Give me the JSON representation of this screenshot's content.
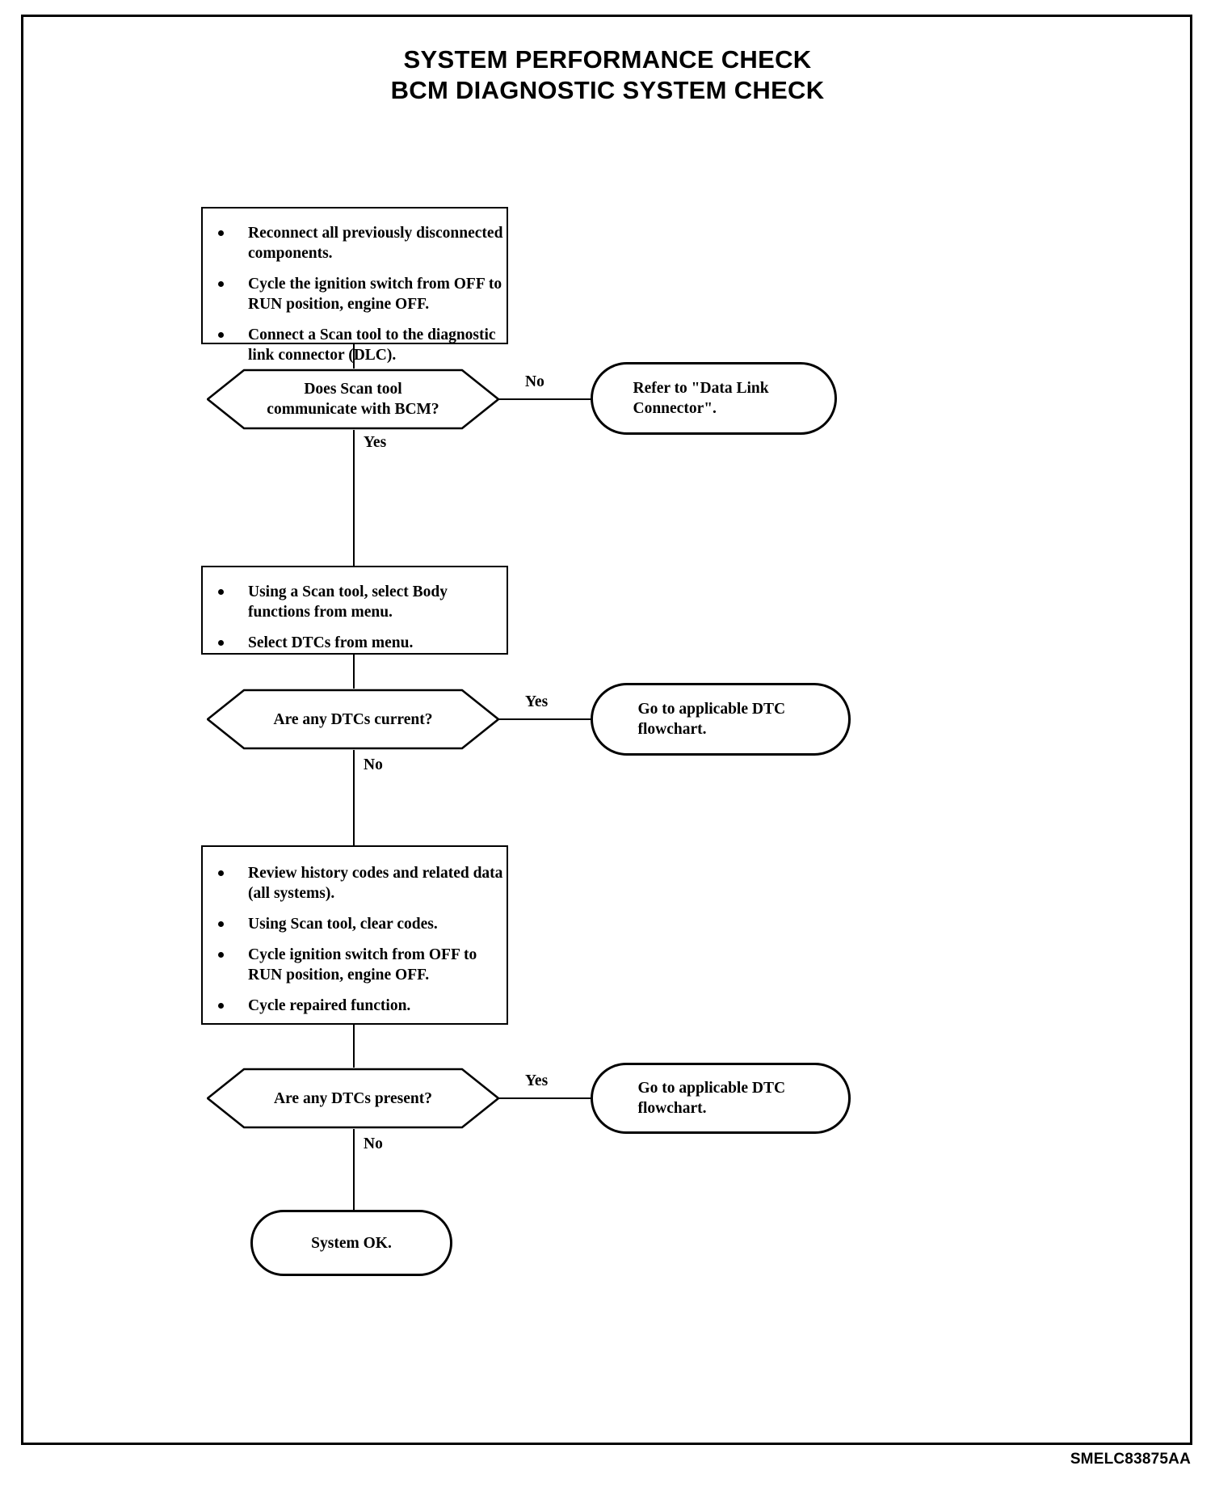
{
  "document": {
    "title_lines": [
      "SYSTEM PERFORMANCE CHECK",
      "BCM DIAGNOSTIC SYSTEM CHECK"
    ],
    "figure_code": "SMELC83875AA"
  },
  "flow": {
    "step1": {
      "type": "process",
      "bullets": [
        "Reconnect all previously disconnected components.",
        "Cycle the ignition switch from OFF to RUN position, engine OFF.",
        "Connect a Scan tool to the diagnostic link connector (DLC)."
      ]
    },
    "decision1": {
      "type": "decision",
      "text": "Does Scan tool communicate with BCM?",
      "branch_no": "No",
      "branch_yes": "Yes"
    },
    "terminator1": {
      "type": "terminator",
      "text": "Refer to \"Data Link Connector\"."
    },
    "step2": {
      "type": "process",
      "bullets": [
        "Using a Scan tool, select Body functions from menu.",
        "Select DTCs from menu."
      ]
    },
    "decision2": {
      "type": "decision",
      "text": "Are any DTCs current?",
      "branch_yes": "Yes",
      "branch_no": "No"
    },
    "terminator2": {
      "type": "terminator",
      "text": "Go to applicable DTC flowchart."
    },
    "step3": {
      "type": "process",
      "bullets": [
        "Review history codes and related data (all systems).",
        "Using Scan tool, clear codes.",
        "Cycle ignition switch from OFF to RUN position, engine OFF.",
        "Cycle repaired function."
      ]
    },
    "decision3": {
      "type": "decision",
      "text": "Are any DTCs present?",
      "branch_yes": "Yes",
      "branch_no": "No"
    },
    "terminator3": {
      "type": "terminator",
      "text": "Go to applicable DTC flowchart."
    },
    "terminator_end": {
      "type": "terminator",
      "text": "System OK."
    }
  }
}
